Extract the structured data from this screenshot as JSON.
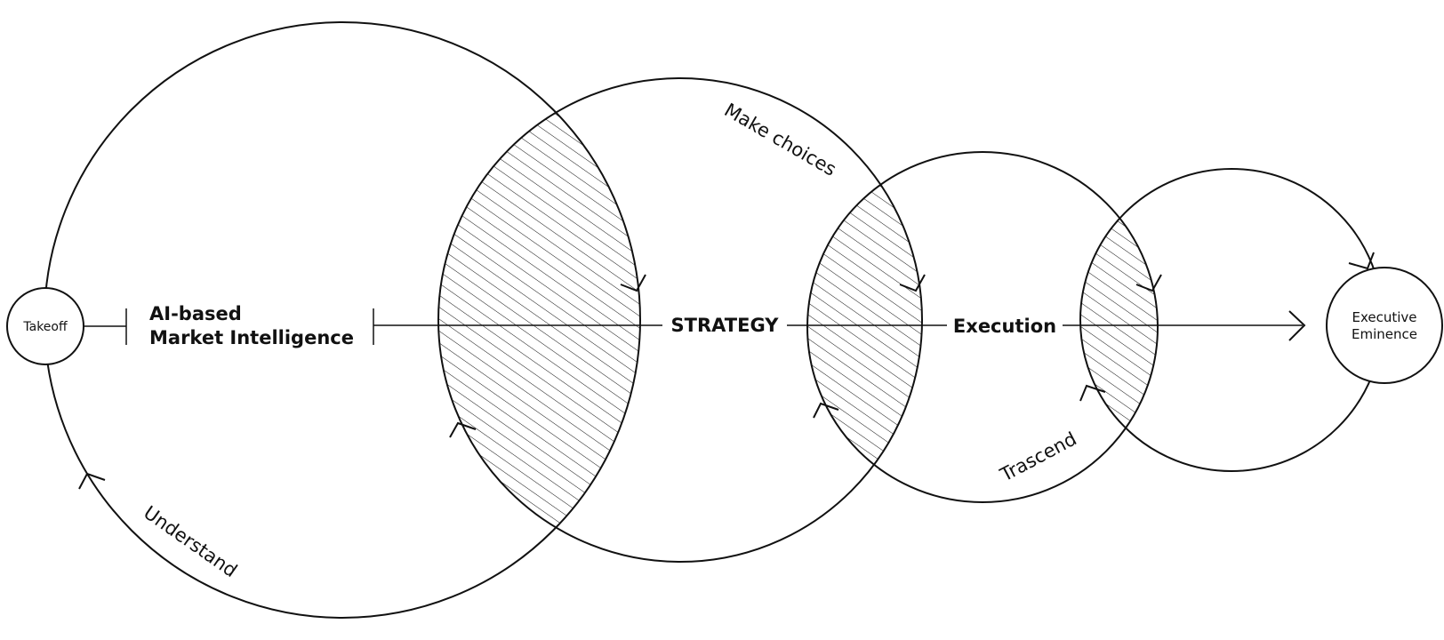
{
  "nodes": {
    "takeoff": "Takeoff",
    "ai_line1": "AI-based",
    "ai_line2": "Market Intelligence",
    "strategy": "STRATEGY",
    "execution": "Execution",
    "eminence_line1": "Executive",
    "eminence_line2": "Eminence"
  },
  "arc_labels": {
    "understand": "Understand",
    "make_choices": "Make choices",
    "trascend": "Trascend"
  },
  "colors": {
    "ink": "#111111",
    "background": "#ffffff"
  }
}
